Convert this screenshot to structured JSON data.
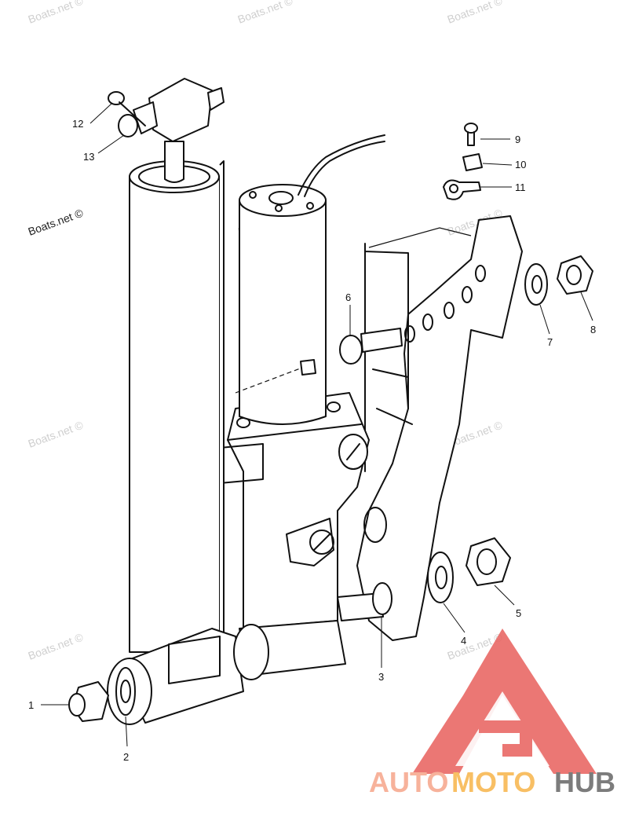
{
  "watermark": "Boats.net ©",
  "callouts": [
    "1",
    "2",
    "3",
    "4",
    "5",
    "6",
    "7",
    "8",
    "9",
    "10",
    "11",
    "12",
    "13"
  ],
  "logo": {
    "part1": "AUTO",
    "part2": "MOTO",
    "part3": "HUB",
    "color_light": "#f6a58a",
    "color_orange": "#f7b44a",
    "color_dark": "#666666",
    "mark_color": "#e8605c"
  }
}
